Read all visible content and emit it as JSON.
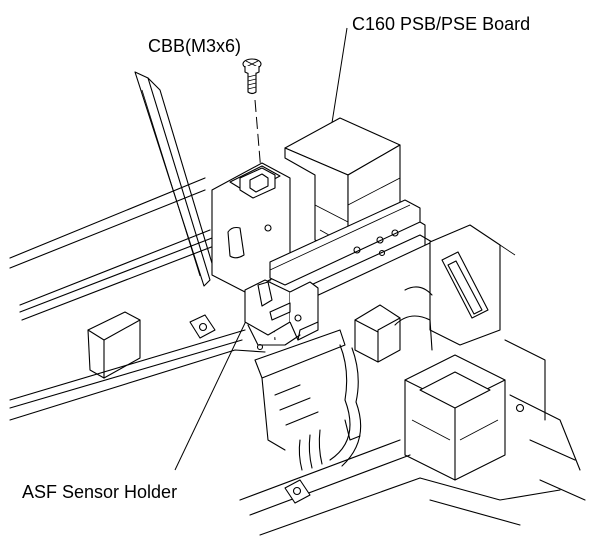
{
  "labels": {
    "screw": "CBB(M3x6)",
    "board": "C160 PSB/PSE Board",
    "holder": "ASF Sensor Holder"
  }
}
